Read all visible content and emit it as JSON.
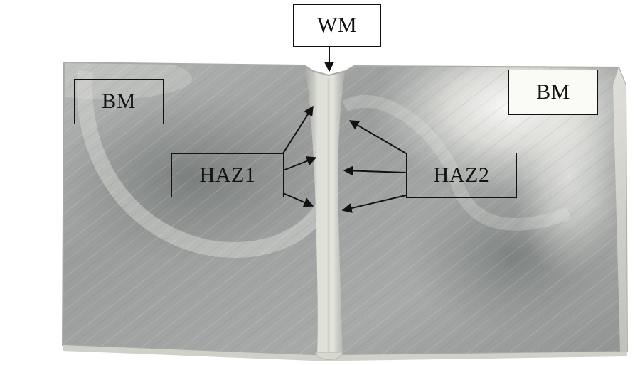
{
  "labels": {
    "weld_metal": "WM",
    "base_metal_left": "BM",
    "base_metal_right": "BM",
    "heat_affected_zone_1": "HAZ1",
    "heat_affected_zone_2": "HAZ2"
  },
  "colors": {
    "annotation": "#111111",
    "label_background": "#ffffff",
    "metal_base": "#a6a9a8",
    "weld_bead": "#dcdcd2"
  }
}
